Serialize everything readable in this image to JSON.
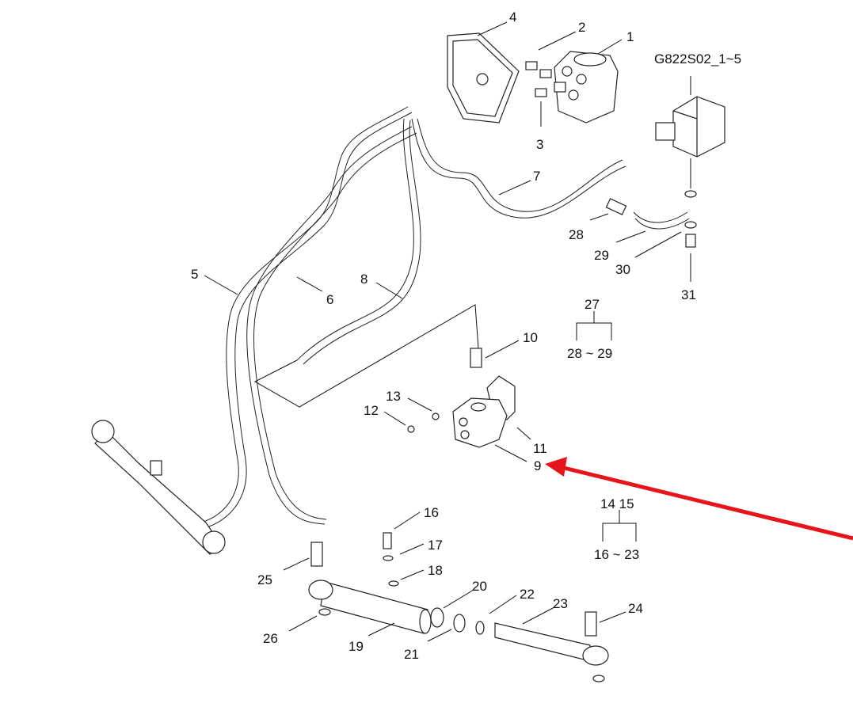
{
  "diagram": {
    "title": "Steering hydraulic system exploded view",
    "assembly_code": "G822S02_1~5",
    "highlight_color": "#e8141b",
    "highlighted_part": "9",
    "callouts": [
      {
        "id": "1",
        "label": "1"
      },
      {
        "id": "2",
        "label": "2"
      },
      {
        "id": "3",
        "label": "3"
      },
      {
        "id": "4",
        "label": "4"
      },
      {
        "id": "5",
        "label": "5"
      },
      {
        "id": "6",
        "label": "6"
      },
      {
        "id": "7",
        "label": "7"
      },
      {
        "id": "8",
        "label": "8"
      },
      {
        "id": "9",
        "label": "9"
      },
      {
        "id": "10",
        "label": "10"
      },
      {
        "id": "11",
        "label": "11"
      },
      {
        "id": "12",
        "label": "12"
      },
      {
        "id": "13",
        "label": "13"
      },
      {
        "id": "16",
        "label": "16"
      },
      {
        "id": "17",
        "label": "17"
      },
      {
        "id": "18",
        "label": "18"
      },
      {
        "id": "19",
        "label": "19"
      },
      {
        "id": "20",
        "label": "20"
      },
      {
        "id": "21",
        "label": "21"
      },
      {
        "id": "22",
        "label": "22"
      },
      {
        "id": "23",
        "label": "23"
      },
      {
        "id": "24",
        "label": "24"
      },
      {
        "id": "25",
        "label": "25"
      },
      {
        "id": "26",
        "label": "26"
      },
      {
        "id": "28",
        "label": "28"
      },
      {
        "id": "29",
        "label": "29"
      },
      {
        "id": "30",
        "label": "30"
      },
      {
        "id": "31",
        "label": "31"
      }
    ],
    "groups": [
      {
        "parent": "27",
        "children": "28 ~ 29"
      },
      {
        "parent": "14 15",
        "children": "16 ~ 23"
      }
    ]
  }
}
